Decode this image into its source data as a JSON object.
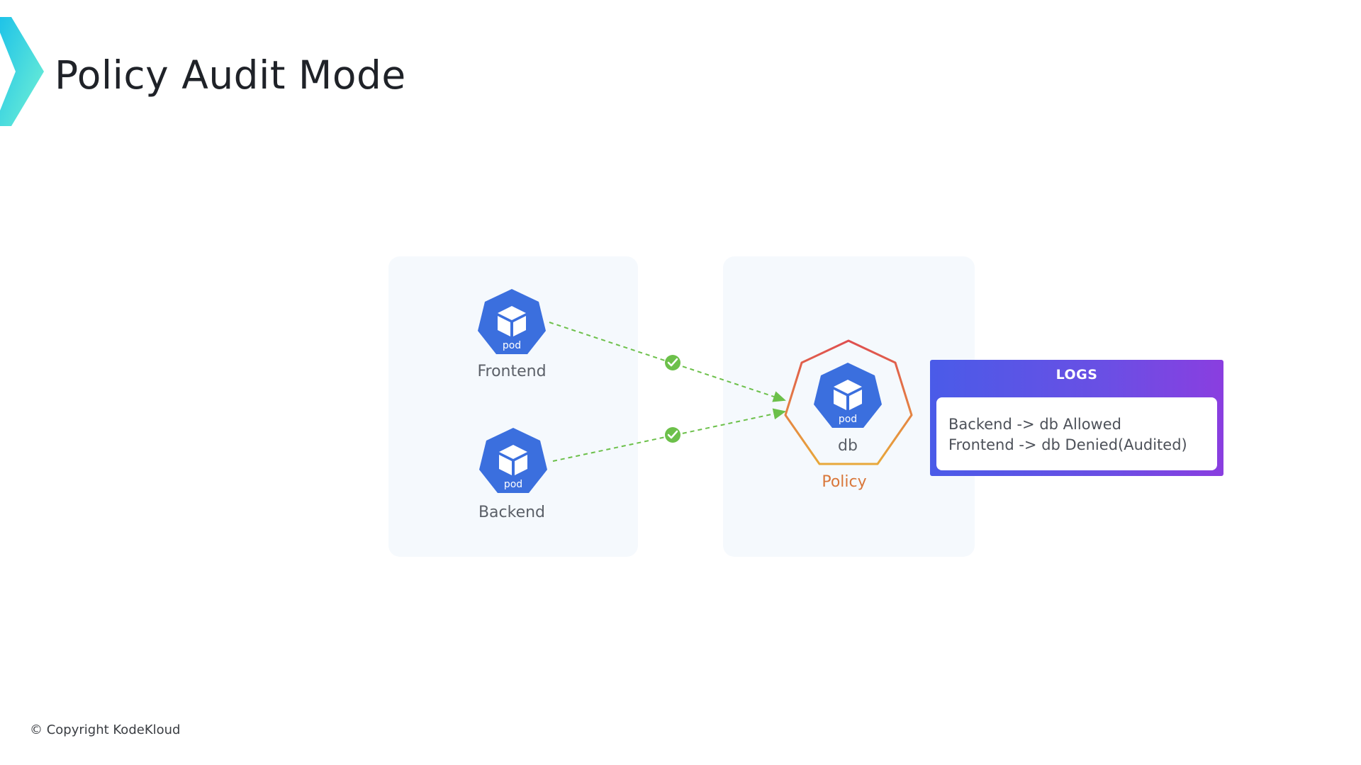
{
  "title": "Policy Audit Mode",
  "pods": {
    "frontend": {
      "icon_text": "pod",
      "label": "Frontend"
    },
    "backend": {
      "icon_text": "pod",
      "label": "Backend"
    },
    "db": {
      "icon_text": "pod",
      "label": "db"
    }
  },
  "policy_label": "Policy",
  "logs": {
    "title": "LOGS",
    "lines": [
      "Backend -> db Allowed",
      "Frontend -> db Denied(Audited)"
    ]
  },
  "copyright": "© Copyright KodeKloud",
  "colors": {
    "pod_blue": "#3b6fde",
    "arrow_green": "#6cc04a",
    "policy_gradient_top": "#e0534c",
    "policy_gradient_bottom": "#e6a63c",
    "logs_gradient_start": "#4a5be8",
    "logs_gradient_end": "#8a3ee0",
    "chevron_start": "#22c7e6",
    "chevron_end": "#6ff0d8"
  },
  "icons": [
    "chevron-logo-icon",
    "pod-cube-icon",
    "check-circle-icon",
    "arrowhead-icon"
  ]
}
